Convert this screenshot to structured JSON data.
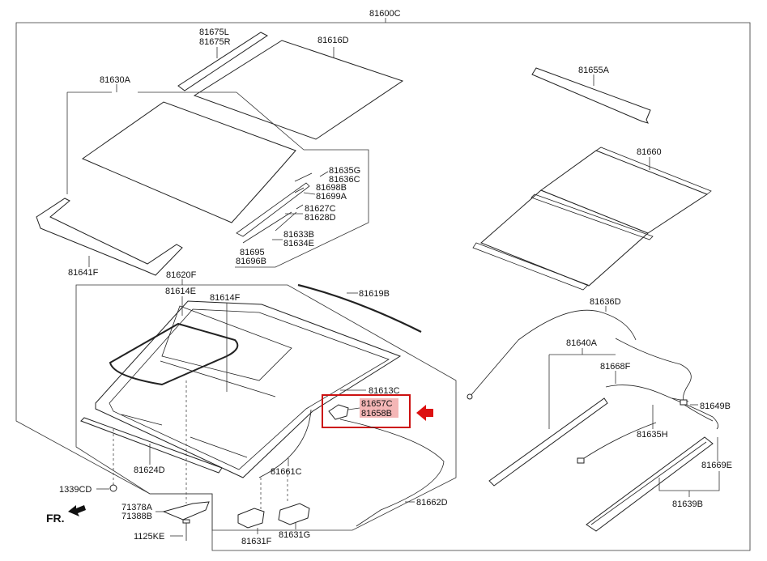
{
  "labels": {
    "l81600C": "81600C",
    "l81675L": "81675L",
    "l81675R": "81675R",
    "l81616D": "81616D",
    "l81655A": "81655A",
    "l81630A": "81630A",
    "l81660": "81660",
    "l81635G": "81635G",
    "l81636C": "81636C",
    "l81698B": "81698B",
    "l81699A": "81699A",
    "l81627C": "81627C",
    "l81628D": "81628D",
    "l81633B": "81633B",
    "l81634E": "81634E",
    "l81695": "81695",
    "l81696B": "81696B",
    "l81641F": "81641F",
    "l81620F": "81620F",
    "l81614E": "81614E",
    "l81614F": "81614F",
    "l81619B": "81619B",
    "l81636D": "81636D",
    "l81640A": "81640A",
    "l81668F": "81668F",
    "l81613C": "81613C",
    "l81657C": "81657C",
    "l81658B": "81658B",
    "l81649B": "81649B",
    "l81635H": "81635H",
    "l81669E": "81669E",
    "l81639B": "81639B",
    "l81624D": "81624D",
    "l81661C": "81661C",
    "l81662D": "81662D",
    "l1339CD": "1339CD",
    "l71378A": "71378A",
    "l71388B": "71388B",
    "l1125KE": "1125KE",
    "l81631F": "81631F",
    "l81631G": "81631G",
    "fr": "FR."
  },
  "colors": {
    "highlight_box": "#cc1111",
    "highlight_fill": "#f4b6b6",
    "arrow": "#dd1111"
  }
}
